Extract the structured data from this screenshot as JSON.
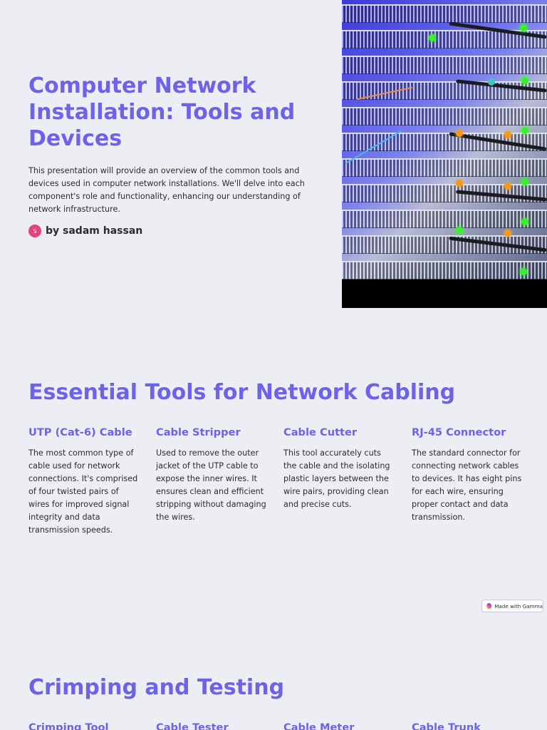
{
  "slide1": {
    "title": "Computer Network Installation: Tools and Devices",
    "description": "This presentation will provide an overview of the common tools and devices used in computer network installations. We'll delve into each component's role and functionality, enhancing our understanding of network infrastructure.",
    "author": {
      "avatar_letter": "S",
      "name": "by sadam hassan"
    },
    "image_icon": "server-rack-photo"
  },
  "slide2": {
    "title": "Essential Tools for Network Cabling",
    "columns": [
      {
        "title": "UTP (Cat-6) Cable",
        "description": "The most common type of cable used for network connections. It's comprised of four twisted pairs of wires for improved signal integrity and data transmission speeds."
      },
      {
        "title": "Cable Stripper",
        "description": "Used to remove the outer jacket of the UTP cable to expose the inner wires. It ensures clean and efficient stripping without damaging the wires."
      },
      {
        "title": "Cable Cutter",
        "description": "This tool accurately cuts the cable and the isolating plastic layers between the wire pairs, providing clean and precise cuts."
      },
      {
        "title": "RJ-45 Connector",
        "description": "The standard connector for connecting network cables to devices. It has eight pins for each wire, ensuring proper contact and data transmission."
      }
    ],
    "badge": "Made with Gamma"
  },
  "slide3": {
    "title": "Crimping and Testing",
    "columns": [
      {
        "title": "Crimping Tool"
      },
      {
        "title": "Cable Tester"
      },
      {
        "title": "Cable Meter"
      },
      {
        "title": "Cable Trunk"
      }
    ]
  },
  "colors": {
    "accent": "#6c63e8",
    "background": "#edeef4",
    "avatar": "#e0457b"
  }
}
